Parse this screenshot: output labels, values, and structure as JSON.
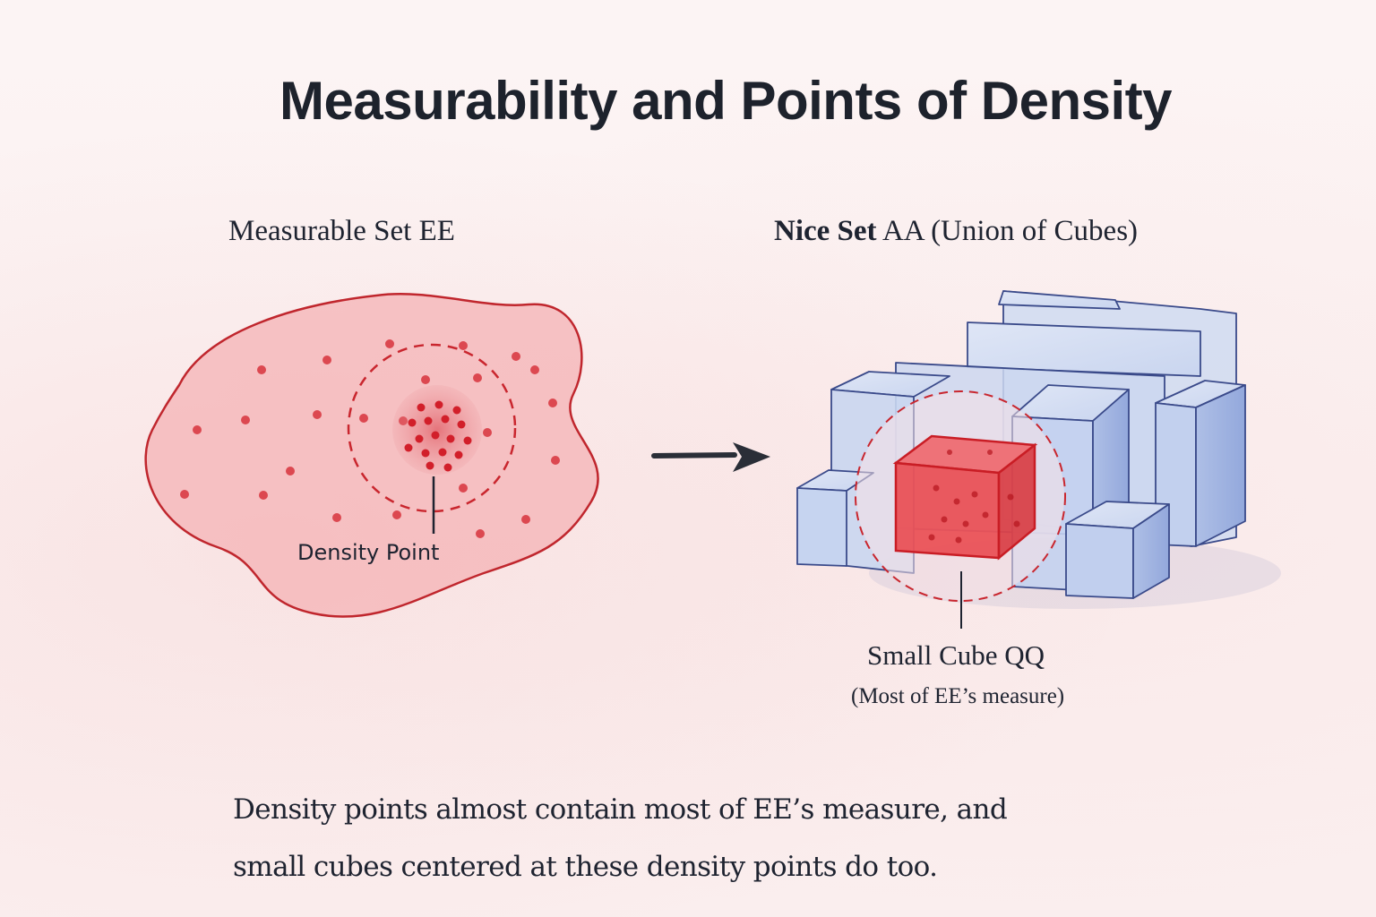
{
  "title": "Measurability and Points of Density",
  "left_panel": {
    "heading": "Measurable Set EE",
    "shape": "irregular-blob",
    "annotation": "Density Point",
    "colors": {
      "fill": "#f2a3a6",
      "outline": "#c0262d",
      "dot": "#d7333c"
    }
  },
  "arrow": {
    "direction": "right",
    "color": "#2a2e37"
  },
  "right_panel": {
    "heading_bold": "Nice Set",
    "heading_rest": " AA (Union of Cubes)",
    "annotation": "Small Cube QQ",
    "annotation_sub": "(Most of EE’s measure)",
    "colors": {
      "cube_fill": "#c7d4ee",
      "cube_edge": "#3a4a8a",
      "highlight_fill": "#e94a50",
      "highlight_edge": "#c91d25"
    }
  },
  "caption": {
    "line1": "Density points almost contain most of EE’s measure, and",
    "line2": "small cubes centered at these density points do too."
  }
}
